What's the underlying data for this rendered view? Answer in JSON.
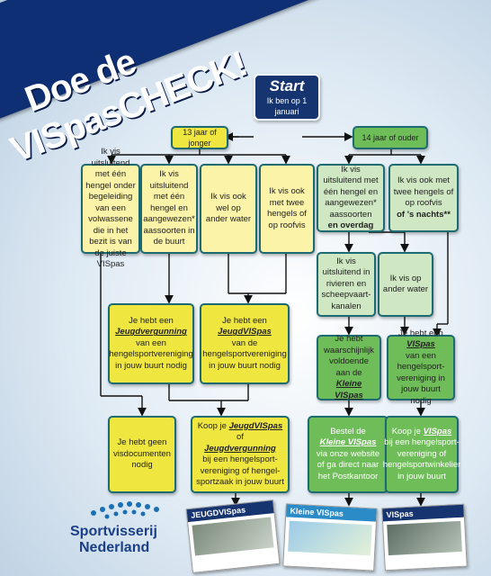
{
  "banner": {
    "line1": "Doe de",
    "line2": "VISpasCHECK!"
  },
  "start": {
    "title": "Start",
    "subtitle": "Ik ben op 1 januari"
  },
  "age": {
    "young": "13 jaar of jonger",
    "old": "14 jaar of ouder"
  },
  "q": {
    "a1": "Ik vis uitsluitend met één hengel onder begeleiding van een volwassene die in het bezit is van de juiste VISpas",
    "a2": "Ik vis uitsluitend met één hengel en aangewezen* aassoorten in de buurt",
    "a3": "Ik vis ook wel op ander water",
    "a4": "Ik vis ook met twee hengels of op roofvis",
    "b1": "Ik vis uitsluitend met één hengel en aangewezen* aassoorten",
    "b1_bold": "en overdag",
    "b2": "Ik vis ook met twee hengels of op roofvis",
    "b2_bold": "of 's nachts**",
    "c1": "Ik vis uitsluitend in rivieren en scheepvaart-kanalen",
    "c2": "Ik vis op ander water"
  },
  "result": {
    "jv": {
      "pre": "Je hebt een",
      "em": "Jeugdvergunning",
      "post": "van een hengelsportvereniging in jouw buurt nodig"
    },
    "jvp": {
      "pre": "Je hebt een",
      "em": "JeugdVISpas",
      "post": "van de hengelsportvereniging in jouw buurt nodig"
    },
    "kv": {
      "pre": "Je hebt waarschijnlijk voldoende aan de",
      "em": "Kleine VISpas"
    },
    "vp": {
      "pre": "Je hebt een",
      "em": "VISpas",
      "post": "van een hengelsport-vereniging in jouw buurt nodig"
    }
  },
  "action": {
    "none": "Je hebt geen visdocumenten nodig",
    "koopj": {
      "pre": "Koop je",
      "em1": "JeugdVISpas",
      "mid": "of",
      "em2": "Jeugdvergunning",
      "post": "bij een hengelsport-vereniging of hengel-sportzaak in jouw buurt"
    },
    "bestel": {
      "pre": "Bestel de",
      "em": "Kleine VISpas",
      "post": "via onze website of ga direct naar het Postkantoor"
    },
    "koopv": {
      "pre": "Koop je",
      "em": "VISpas",
      "post": "bij een hengelsport-vereniging of hengelsportwinkelier in jouw buurt"
    }
  },
  "cards": {
    "c1": "JEUGDVISpas",
    "c2": "Kleine VISpas",
    "c3": "VISpas"
  },
  "logo": {
    "line1": "Sportvisserij",
    "line2": "Nederland"
  },
  "colors": {
    "navy": "#16346f",
    "yellow": "#efe640",
    "green": "#6fbd58",
    "border": "#1c6b73"
  }
}
